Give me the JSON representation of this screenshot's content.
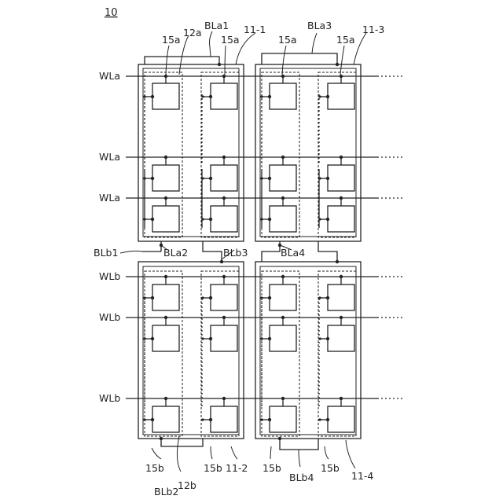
{
  "figure_number": "10",
  "word_lines": {
    "top": [
      "WLa",
      "WLa",
      "WLa"
    ],
    "bottom": [
      "WLb",
      "WLb",
      "WLb"
    ]
  },
  "bit_lines": [
    "BLa1",
    "BLa2",
    "BLa3",
    "BLa4",
    "BLb1",
    "BLb2",
    "BLb3",
    "BLb4"
  ],
  "blocks": [
    "11-1",
    "11-2",
    "11-3",
    "11-4"
  ],
  "cell_columns": [
    "12a",
    "12b"
  ],
  "cells": [
    "15a",
    "15b"
  ]
}
